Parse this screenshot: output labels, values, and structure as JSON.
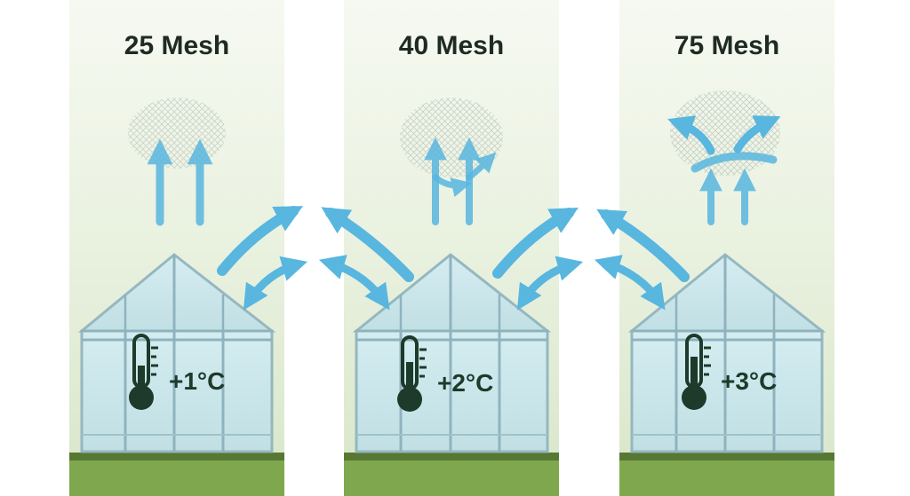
{
  "panels": [
    {
      "title": "25 Mesh",
      "temperature": "+1°C"
    },
    {
      "title": "40 Mesh",
      "temperature": "+2°C"
    },
    {
      "title": "75 Mesh",
      "temperature": "+3°C"
    }
  ],
  "colors": {
    "sky_top": "#f3f7ed",
    "sky_bottom": "#dfead3",
    "grass": "#7fa84e",
    "grass_dark": "#577833",
    "glass": "#bfe1ec",
    "frame": "#8fb3be",
    "arrow": "#58b6df",
    "thermometer": "#1d3a2a"
  },
  "icons": [
    "greenhouse-icon",
    "thermometer-icon",
    "airflow-arrow-icon",
    "mesh-net-icon"
  ]
}
